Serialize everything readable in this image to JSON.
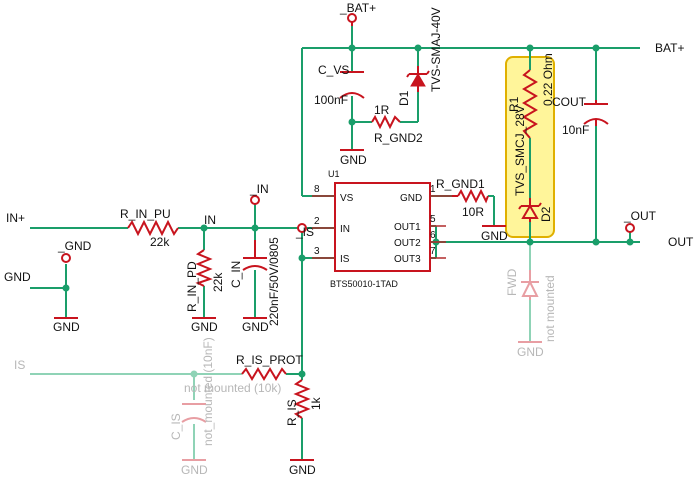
{
  "labels": {
    "bat_top": "_BAT+",
    "bat_right": "BAT+",
    "in_plus": "IN+",
    "gnd_left": "GND",
    "gnd_flag": "_GND",
    "in_flag": "_IN",
    "in_net": "IN",
    "is_flag": "_IS",
    "is_left": "IS",
    "out_flag": "_OUT",
    "out_right": "OUT",
    "gnd_sym": "GND",
    "c_vs_name": "C_VS",
    "c_vs_value": "100nF",
    "d1_name": "D1",
    "d1_value": "TVS-SMAJ-40V",
    "r_gnd2_value": "1R",
    "r_gnd2_name": "R_GND2",
    "r_in_pu_name": "R_IN_PU",
    "r_in_pu_value": "22k",
    "r_in_pd_name": "R_IN_PD",
    "r_in_pd_value": "22k",
    "c_in_name": "C_IN",
    "c_in_value": "220nF/50V/0805",
    "u1_ref": "U1",
    "u1_part": "BTS50010-1TAD",
    "pin_vs": "VS",
    "pin_in": "IN",
    "pin_is": "IS",
    "pin_gnd": "GND",
    "pin_out1": "OUT1",
    "pin_out2": "OUT2",
    "pin_out3": "OUT3",
    "pin_num_8": "8",
    "pin_num_2": "2",
    "pin_num_3": "3",
    "pin_num_1": "1",
    "pin_num_5": "5",
    "pin_num_6": "6",
    "pin_num_7": "7",
    "r_gnd1_name": "R_GND1",
    "r_gnd1_value": "10R",
    "r1_name": "R1",
    "r1_value": "0.22 Ohm",
    "d2_name": "D2",
    "d2_value": "TVS_SMCJ_28V",
    "cout_name": "COUT",
    "cout_value": "10nF",
    "fwd_name": "FWD",
    "fwd_value": "not mounted",
    "r_is_prot_name": "R_IS_PROT",
    "r_is_prot_value": "not mounted (10k)",
    "c_is_name": "C_IS",
    "c_is_value": "not_mounted (10nF)",
    "r_is_name": "R_IS",
    "r_is_value": "1k"
  },
  "colors": {
    "wire": "#1a9e6a",
    "component": "#c8141e",
    "highlight_fill": "#fff59a",
    "highlight_border": "#e0b000",
    "not_mounted": "#b7b7b7"
  }
}
